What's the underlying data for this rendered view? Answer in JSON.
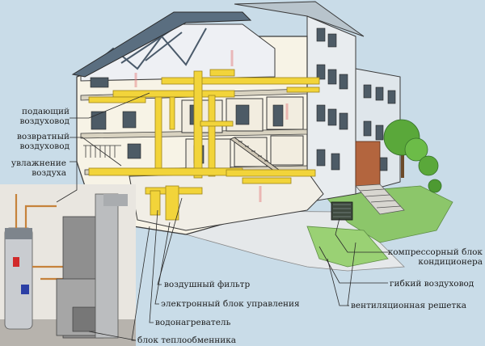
{
  "labels": {
    "supply_duct": [
      "подающий",
      "воздуховод"
    ],
    "return_duct": [
      "возвратный",
      "воздуховод"
    ],
    "humidification": [
      "увлажнение",
      "воздуха"
    ],
    "compressor_unit": [
      "компрессорный блок",
      "кондиционера"
    ],
    "flexible_duct": "гибкий воздуховод",
    "vent_grille": "вентиляционная решетка",
    "air_filter": "воздушный фильтр",
    "control_unit": "электронный блок управления",
    "water_heater": "водонагреватель",
    "heat_exchanger": "блок теплообменника"
  },
  "colors": {
    "background": "#c9dce8",
    "duct": "#f2d43a",
    "duct_dark": "#c9a91e",
    "wall": "#f7f3e6",
    "roof": "#5a6e80",
    "outline": "#3a3a3a",
    "tree": "#5aa83a",
    "grass": "#8cc66a",
    "leader": "#2a2a2a"
  }
}
